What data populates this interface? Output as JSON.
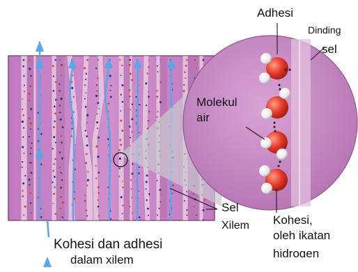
{
  "labels": {
    "adhesi": "Adhesi",
    "dinding": "Dinding",
    "sel_top": "sel",
    "molekul": "Molekul",
    "air": "air",
    "sel_bottom": "Sel",
    "xilem": "Xilem",
    "kohesi_line1": "Kohesi,",
    "kohesi_line2": "oleh ikatan",
    "kohesi_line3": "hidrogen",
    "caption_line1": "Kohesi dan adhesi",
    "caption_line2": "dalam xilem"
  },
  "colors": {
    "tissue": "#c883c6",
    "tissue_dark": "#a3629f",
    "vessel": "#e6c4e0",
    "arrow": "#5aa6e6",
    "magnifier": "#c98ac8",
    "oxygen": "#e53a2a",
    "hydrogen": "#f4f4f4",
    "callout": "#c9c9cf"
  }
}
